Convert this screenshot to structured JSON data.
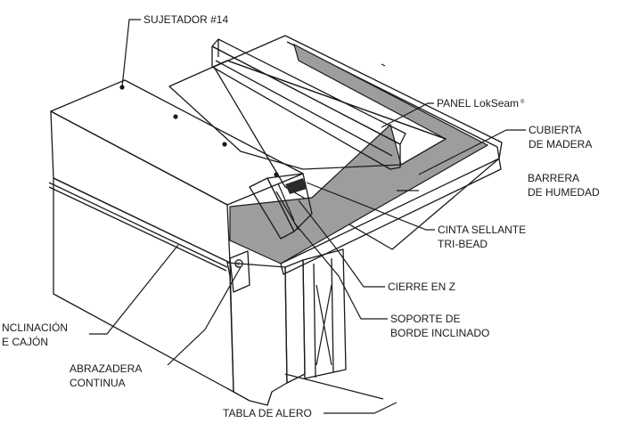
{
  "labels": {
    "sujetador": "SUJETADOR #14",
    "panel": "PANEL LokSeam",
    "registered": "®",
    "cubierta_1": "CUBIERTA",
    "cubierta_2": "DE MADERA",
    "barrera_1": "BARRERA",
    "barrera_2": "DE HUMEDAD",
    "cinta_1": "CINTA SELLANTE",
    "cinta_2": "TRI-BEAD",
    "cierre": "CIERRE EN Z",
    "soporte_1": "SOPORTE DE",
    "soporte_2": "BORDE INCLINADO",
    "inclinacion_1": "NCLINACIÓN",
    "inclinacion_2": "E CAJÓN",
    "abrazadera_1": "ABRAZADERA",
    "abrazadera_2": "CONTINUA",
    "tabla": "TABLA DE ALERO"
  },
  "colors": {
    "line": "#1a1a1a",
    "membrane": "#9d9d9d",
    "white": "#ffffff"
  }
}
